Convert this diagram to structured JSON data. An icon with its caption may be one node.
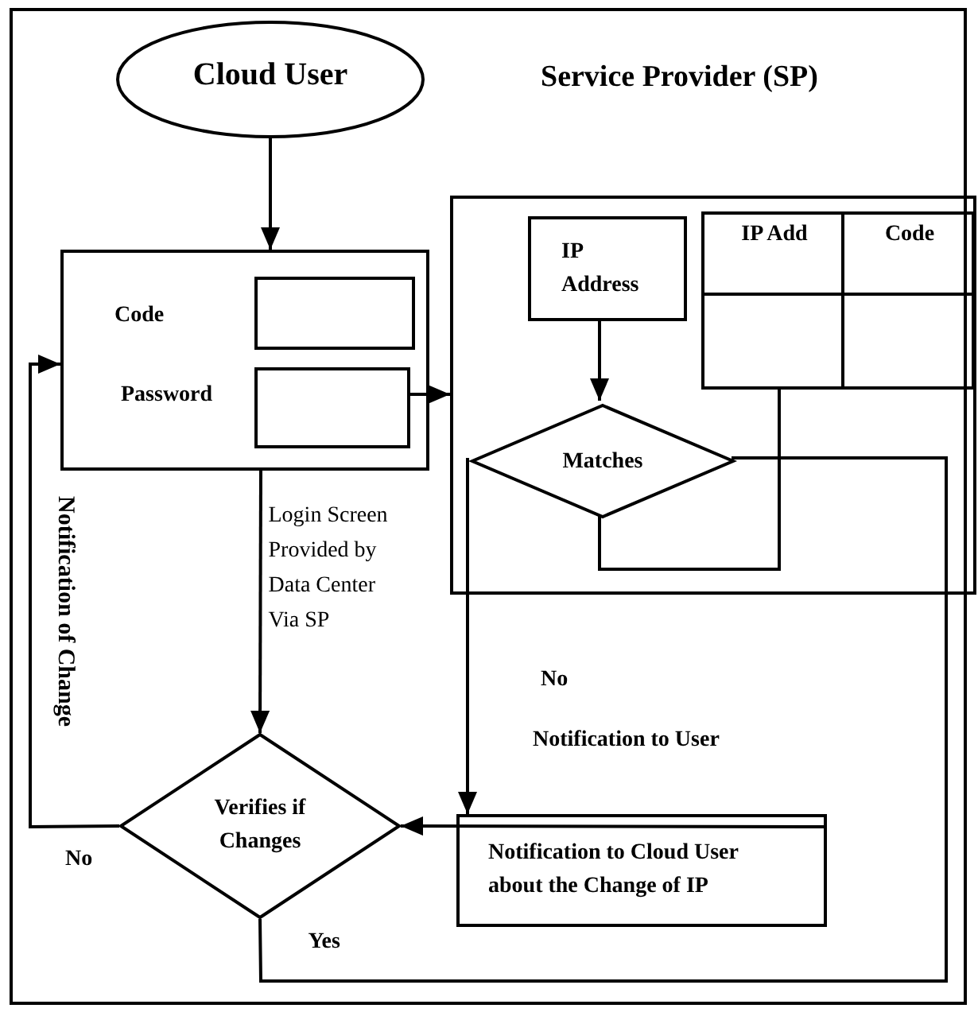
{
  "diagram": {
    "nodes": [
      {
        "text": [
          "Cloud User"
        ]
      },
      {
        "text": [
          "Code",
          "Password"
        ]
      },
      {
        "text": [],
        "shape": "box",
        "in": 1
      },
      {
        "text": [],
        "shape": "box",
        "in": 1
      },
      {
        "text": [
          "Service Provider (SP)"
        ]
      },
      {
        "text": [
          "IP Address"
        ],
        "in": 4
      },
      {
        "text": [
          "IP Add",
          "Code"
        ],
        "in": 4
      },
      {
        "text": [
          "Matches"
        ],
        "in": 4
      },
      {
        "text": [
          "Verifies if Changes"
        ]
      },
      {
        "text": [
          "Notification to Cloud User about the Change of IP"
        ]
      }
    ],
    "edges": [
      {
        "from": 0,
        "to": 1,
        "arrow": "to"
      },
      {
        "from": 3,
        "to": 4,
        "arrow": "to"
      },
      {
        "from": 5,
        "to": 7,
        "arrow": "to"
      },
      {
        "from": 6,
        "to": 7,
        "arrow": "none"
      },
      {
        "from": 7,
        "to": 9,
        "arrow": "to"
      },
      {
        "from": 9,
        "to": 8,
        "arrow": "to"
      },
      {
        "from": 7,
        "to": 8,
        "arrow": "none",
        "label": "Yes"
      },
      {
        "from": 8,
        "to": 1,
        "arrow": "to",
        "label": "Notification of Change"
      },
      {
        "from": 1,
        "to": 8,
        "arrow": "to",
        "label": "Login Screen Provided by Data Center Via SP"
      }
    ],
    "labels": [
      "No",
      "Notification to User",
      "No"
    ]
  }
}
